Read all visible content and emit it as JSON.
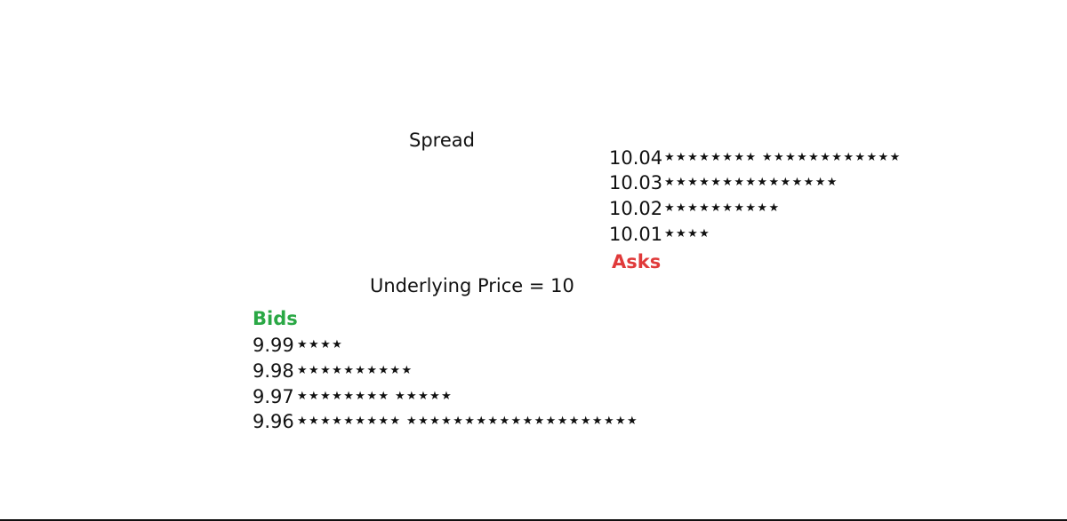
{
  "spread_label": "Spread",
  "underlying_label": "Underlying Price = 10",
  "colors": {
    "bids": "#2aa845",
    "asks": "#e03a3a"
  },
  "asks": {
    "heading": "Asks",
    "levels": [
      {
        "price": "10.04",
        "stars": "★★★★★★★★ ★★★★★★★★★★★★"
      },
      {
        "price": "10.03",
        "stars": "★★★★★★★★★★★★★★★"
      },
      {
        "price": "10.02",
        "stars": "★★★★★★★★★★"
      },
      {
        "price": "10.01",
        "stars": "★★★★"
      }
    ]
  },
  "bids": {
    "heading": "Bids",
    "levels": [
      {
        "price": "9.99",
        "stars": "★★★★"
      },
      {
        "price": "9.98",
        "stars": "★★★★★★★★★★"
      },
      {
        "price": "9.97",
        "stars": "★★★★★★★★ ★★★★★"
      },
      {
        "price": "9.96",
        "stars": "★★★★★★★★★ ★★★★★★★★★★★★★★★★★★★★"
      }
    ]
  }
}
